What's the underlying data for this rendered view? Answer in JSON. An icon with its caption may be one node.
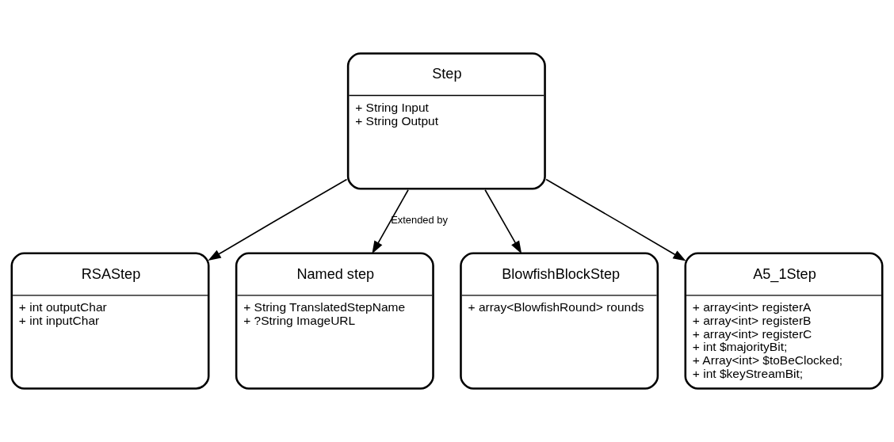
{
  "diagram": {
    "nodes": [
      {
        "text": [
          "Step",
          "+ String Input",
          "+ String Output"
        ]
      },
      {
        "text": [
          "RSAStep",
          "+ int outputChar",
          "+ int inputChar"
        ]
      },
      {
        "text": [
          "Named step",
          "+ String TranslatedStepName",
          "+ ?String ImageURL"
        ]
      },
      {
        "text": [
          "BlowfishBlockStep",
          "+ array<BlowfishRound> rounds"
        ]
      },
      {
        "text": [
          "A5_1Step",
          "+ array<int> registerA",
          "+ array<int> registerB",
          "+ array<int> registerC",
          "+ int $majorityBit;",
          "+ Array<int> $toBeClocked;",
          "+ int $keyStreamBit;"
        ]
      }
    ],
    "edges": [
      {
        "from": 0,
        "to": 1,
        "arrow": "to"
      },
      {
        "from": 0,
        "to": 2,
        "arrow": "to",
        "label": "Extended by"
      },
      {
        "from": 0,
        "to": 3,
        "arrow": "to"
      },
      {
        "from": 0,
        "to": 4,
        "arrow": "to"
      }
    ]
  }
}
